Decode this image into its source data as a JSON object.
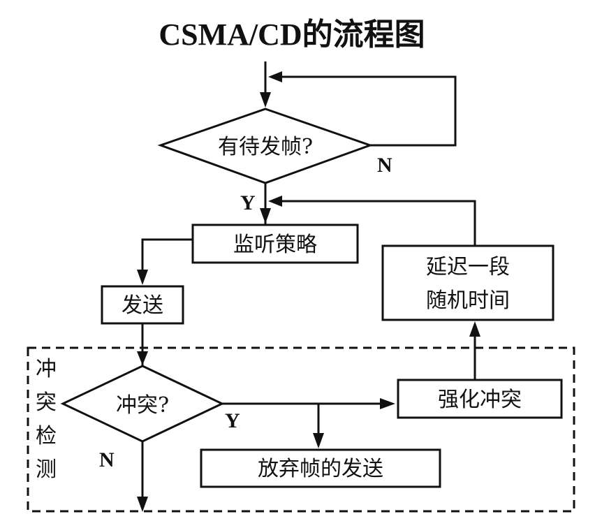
{
  "title": "CSMA/CD的流程图",
  "nodes": {
    "frame_waiting": "有待发帧?",
    "listen_strategy": "监听策略",
    "send": "发送",
    "collision": "冲突?",
    "enforce_collision": "强化冲突",
    "delay_line1": "延迟一段",
    "delay_line2": "随机时间",
    "abort_send": "放弃帧的发送"
  },
  "region_label": [
    "冲",
    "突",
    "检",
    "测"
  ],
  "branch_labels": {
    "frame_waiting_no": "N",
    "frame_waiting_yes": "Y",
    "collision_yes": "Y",
    "collision_no": "N"
  }
}
